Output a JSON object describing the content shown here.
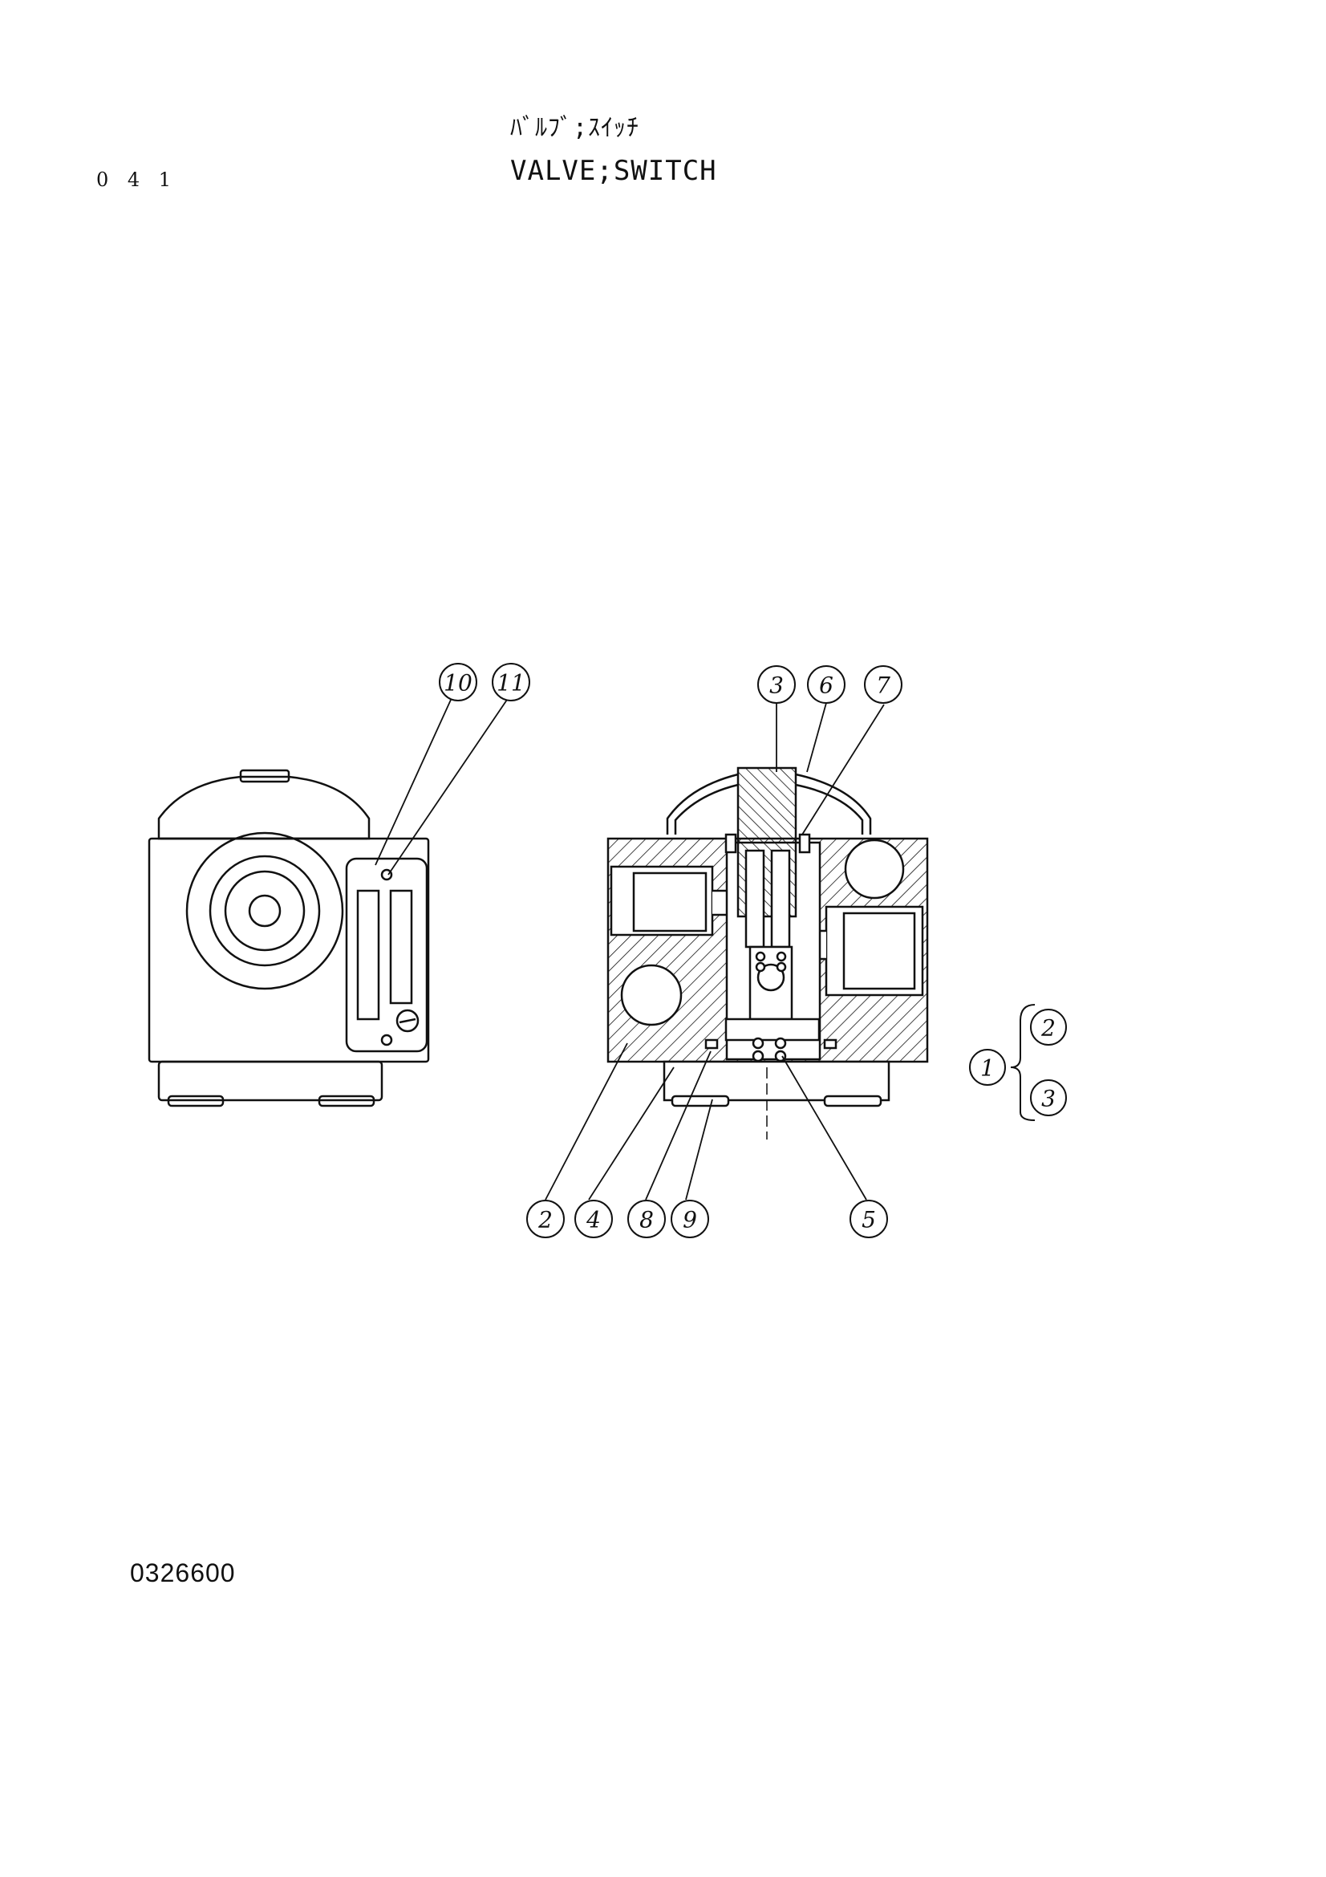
{
  "page_number": "0 4 1",
  "title_jp": "ﾊﾞﾙﾌﾞ;ｽｲｯﾁ",
  "title_en": "VALVE;SWITCH",
  "drawing_number": "0326600",
  "callouts": {
    "c10": "10",
    "c11": "11",
    "c3": "3",
    "c6": "6",
    "c7": "7",
    "c2": "2",
    "c4": "4",
    "c8": "8",
    "c9": "9",
    "c5": "5",
    "asm1": "1",
    "asm2": "2",
    "asm3": "3"
  }
}
